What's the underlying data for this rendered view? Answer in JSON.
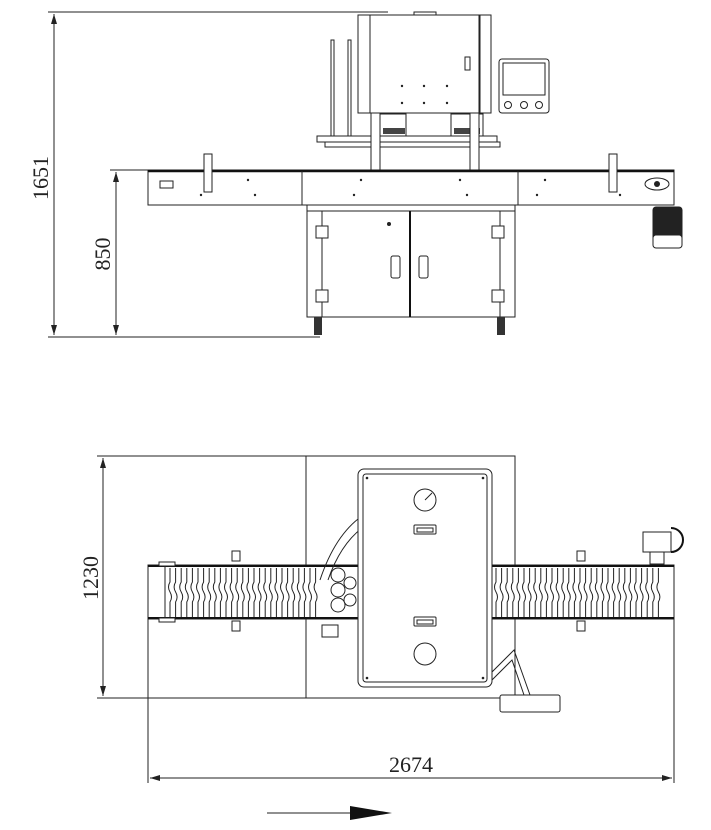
{
  "drawing": {
    "type": "engineering-drawing",
    "views": [
      "front-elevation",
      "top-plan"
    ],
    "line_color": "#222222",
    "background": "#ffffff"
  },
  "front_view": {
    "dimensions": {
      "overall_height": "1651",
      "conveyor_height": "850"
    },
    "components": [
      "upper-cabinet",
      "hmi-touch-panel",
      "guide-rods",
      "capping-heads",
      "conveyor",
      "lower-cabinet",
      "drive-motor",
      "leveling-feet"
    ],
    "hmi_buttons": 3
  },
  "top_view": {
    "dimensions": {
      "overall_width": "1230",
      "overall_length": "2674"
    },
    "components": [
      "top-cover",
      "gauge-dial",
      "handle-top",
      "handle-bottom",
      "round-cutout",
      "star-wheel",
      "conveyor",
      "motor-gearbox",
      "control-arm",
      "operator-panel"
    ]
  },
  "flow": {
    "direction": "left-to-right",
    "icon": "arrow-right-icon"
  }
}
